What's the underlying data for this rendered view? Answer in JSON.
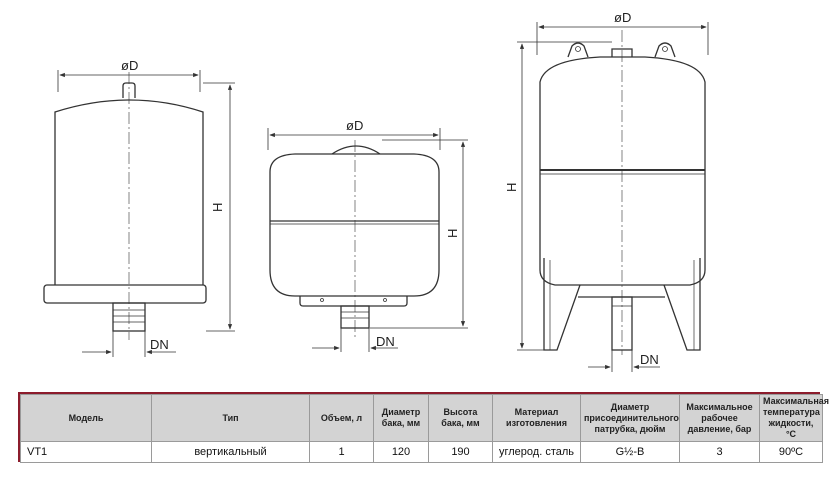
{
  "drawings": {
    "tank1": {
      "diameter_label": "øD",
      "height_label": "H",
      "outlet_label": "DN"
    },
    "tank2": {
      "diameter_label": "øD",
      "height_label": "H",
      "outlet_label": "DN"
    },
    "tank3": {
      "diameter_label": "øD",
      "height_label": "H",
      "outlet_label": "DN"
    }
  },
  "table": {
    "headers": [
      "Модель",
      "Тип",
      "Объем, л",
      "Диаметр бака, мм",
      "Высота бака, мм",
      "Материал изготовления",
      "Диаметр присоединительного патрубка, дюйм",
      "Максимальное рабочее давление, бар",
      "Максимальная температура жидкости, °С"
    ],
    "rows": [
      [
        "VT1",
        "вертикальный",
        "1",
        "120",
        "190",
        "углерод. сталь",
        "G½-B",
        "3",
        "90ºС"
      ]
    ]
  },
  "colors": {
    "frame": "#8c1c2c",
    "header_bg": "#d3d3d3",
    "line": "#333333"
  }
}
